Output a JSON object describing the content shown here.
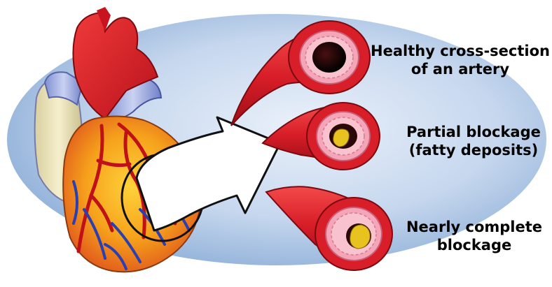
{
  "labels": {
    "healthy": {
      "line1": "Healthy cross-section",
      "line2": "of an artery"
    },
    "partial": {
      "line1": "Partial blockage",
      "line2": "(fatty deposits)"
    },
    "nearly": {
      "line1": "Nearly complete",
      "line2": "blockage"
    }
  },
  "colors": {
    "background_oval": "#b9cde8",
    "artery_wall": "#e0202a",
    "artery_lining": "#f4a6b8",
    "plaque": "#e8c21e",
    "heart_muscle": "#f0a020",
    "vein": "#2b3fb0",
    "arrow": "#ffffff"
  }
}
